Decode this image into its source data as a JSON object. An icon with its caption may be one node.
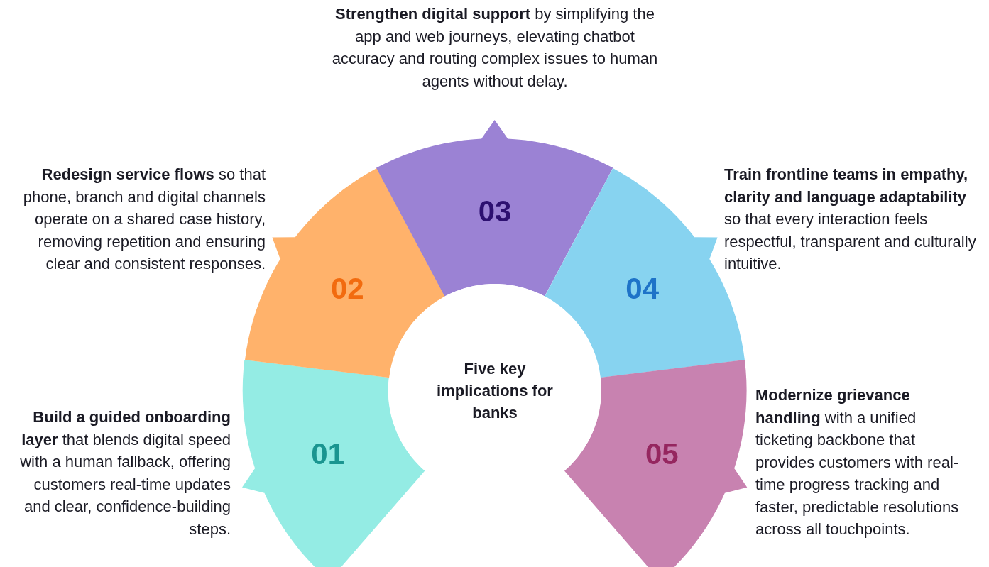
{
  "diagram": {
    "nodes": [
      {
        "text": [
          "01"
        ],
        "beside": [
          "**Build a guided onboarding layer** that blends digital speed with a human fallback, offering customers real-time updates and clear, confidence-building steps."
        ]
      },
      {
        "text": [
          "02"
        ],
        "beside": [
          "**Redesign service flows** so that phone, branch and digital channels operate on a shared case history, removing repetition and ensuring clear and consistent responses."
        ]
      },
      {
        "text": [
          "03"
        ],
        "beside": [
          "**Strengthen digital support** by simplifying the app and web journeys, elevating chatbot accuracy and routing complex issues to human agents without delay."
        ]
      },
      {
        "text": [
          "04"
        ],
        "beside": [
          "**Train frontline teams in empathy, clarity and language adaptability** so that every interaction feels respectful, transparent and culturally intuitive."
        ]
      },
      {
        "text": [
          "05"
        ],
        "beside": [
          "**Modernize grievance handling** with a unified ticketing backbone that provides customers with real-time progress tracking and faster, predictable resolutions across all touchpoints."
        ]
      },
      {
        "text": [
          "Five key implications for banks"
        ]
      }
    ]
  }
}
